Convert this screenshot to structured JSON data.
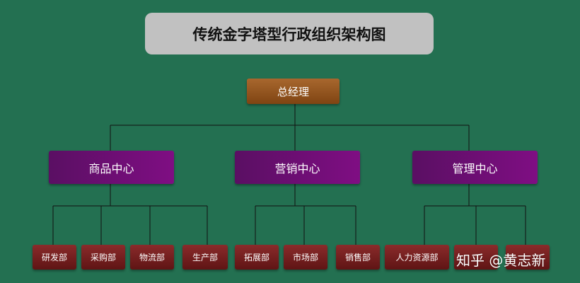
{
  "title": "传统金字塔型行政组织架构图",
  "root": {
    "label": "总经理"
  },
  "centers": [
    {
      "label": "商品中心",
      "departments": [
        "研发部",
        "采购部",
        "物流部",
        "生产部"
      ]
    },
    {
      "label": "营销中心",
      "departments": [
        "拓展部",
        "市场部",
        "销售部"
      ]
    },
    {
      "label": "管理中心",
      "departments": [
        "人力资源部",
        "",
        ""
      ]
    }
  ],
  "watermark": "知乎 @黄志新",
  "colors": {
    "background": "#237051",
    "title_box": "#c1c1c1",
    "root_node": "#8f5520",
    "center_node": "#750c7b",
    "department_node": "#6f1f1f",
    "connector": "#111111"
  }
}
